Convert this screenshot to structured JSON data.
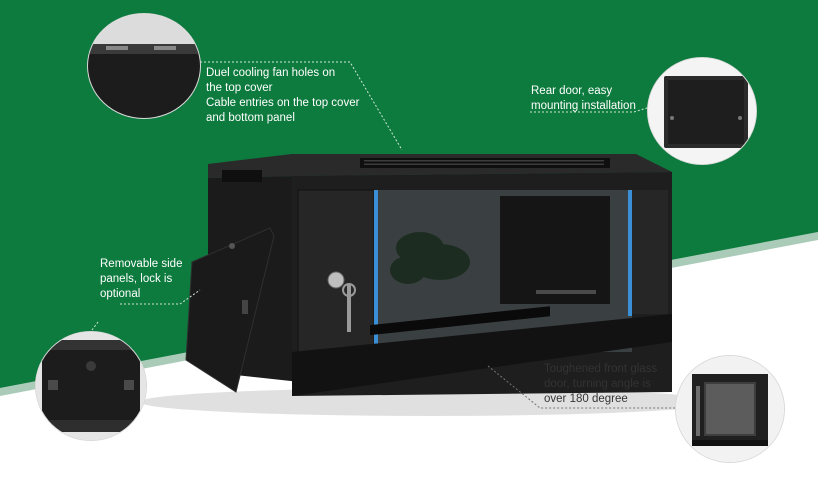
{
  "colors": {
    "green_band": "#0d7a3e",
    "cabinet_body": "#1d1d1d",
    "glass": "#2e3436",
    "glass_frame_accent": "#3a8fd6",
    "label_light": "#ffffff",
    "label_dark": "#333333"
  },
  "callouts": {
    "top_fan": {
      "line1": "Duel cooling fan holes on",
      "line2": "the top cover"
    },
    "cable_entries": {
      "line1": "Cable entries on the top cover",
      "line2": "and bottom panel"
    },
    "rear_door": {
      "line1": "Rear door, easy",
      "line2": "mounting installation"
    },
    "side_panels": {
      "line1": "Removable side",
      "line2": "panels, lock is",
      "line3": "optional"
    },
    "front_glass": {
      "line1": "Toughened front glass",
      "line2": "door, turning angle is",
      "line3": "over 180 degree"
    }
  },
  "icons": [
    "cabinet-image",
    "top-cover-detail",
    "rear-door-detail",
    "side-panel-detail",
    "front-glass-detail",
    "key-lock-icon"
  ]
}
